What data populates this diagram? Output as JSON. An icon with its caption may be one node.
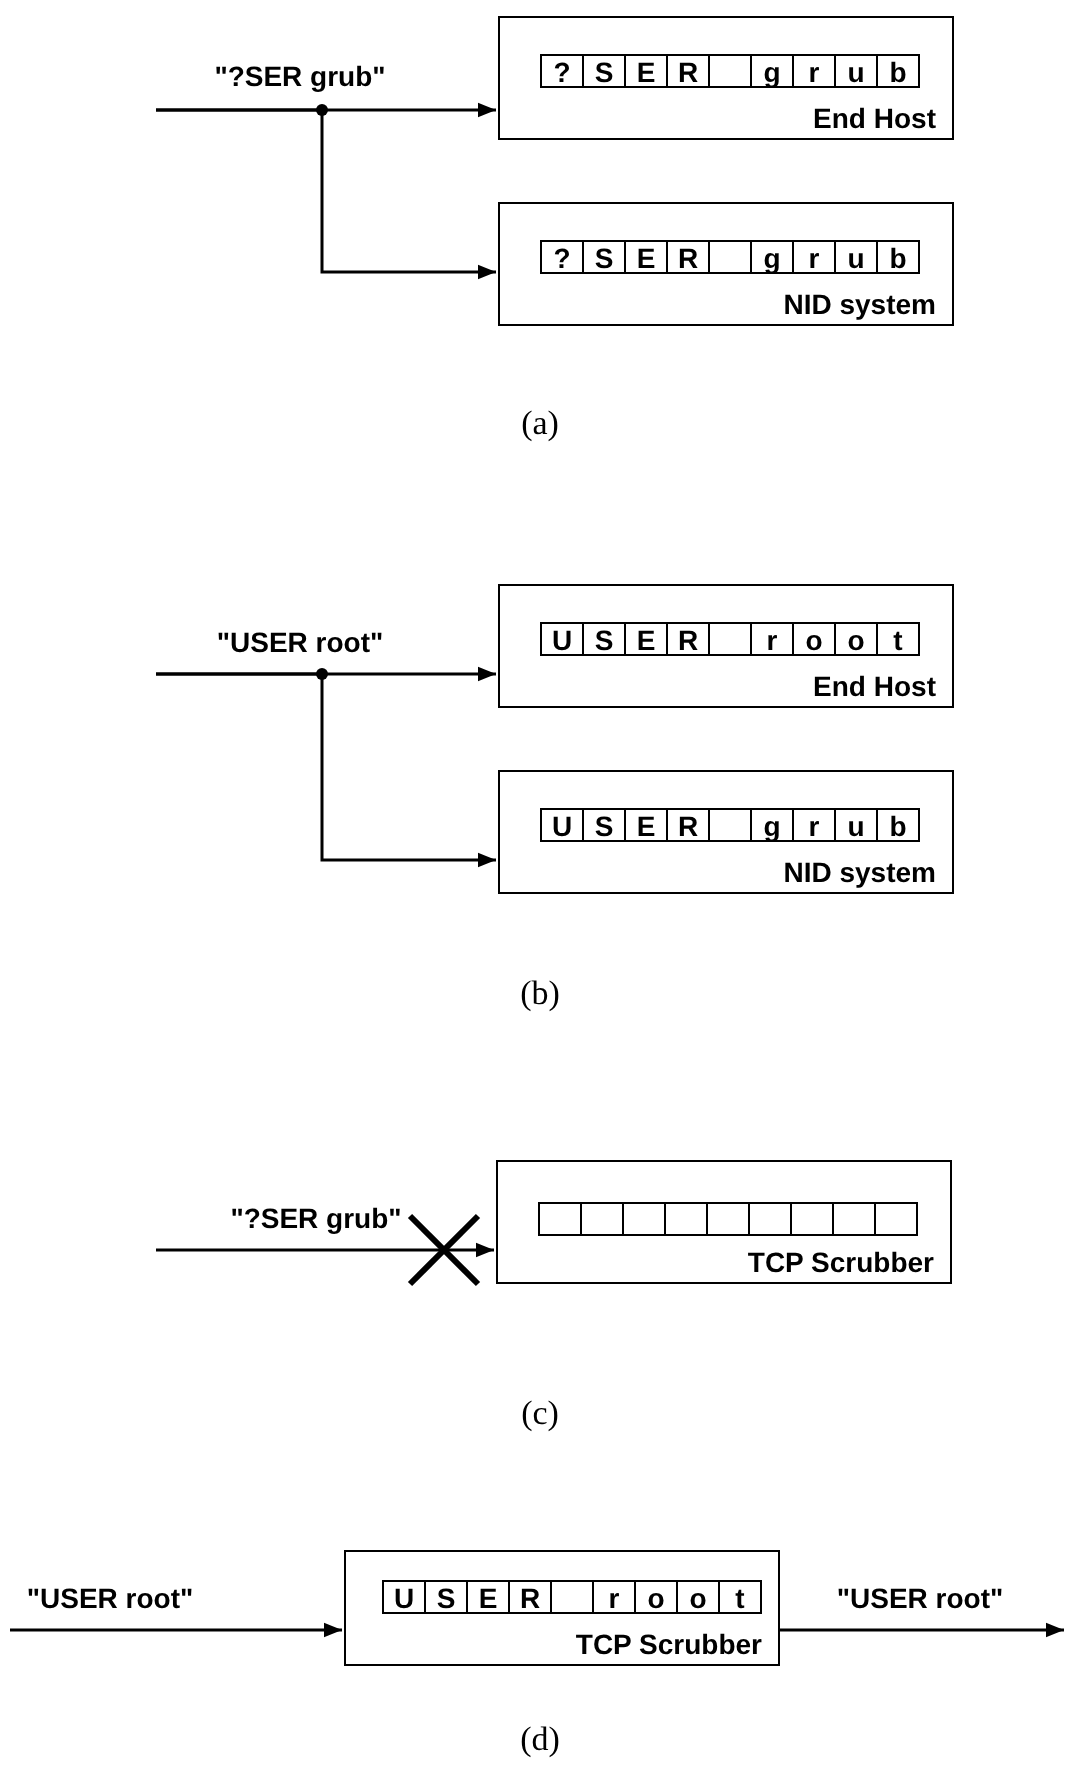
{
  "diagram": {
    "nodes": [
      {
        "text": [
          "End Host"
        ]
      },
      {
        "text": [
          "?"
        ],
        "in": 0
      },
      {
        "text": [
          "S"
        ],
        "in": 0
      },
      {
        "text": [
          "E"
        ],
        "in": 0
      },
      {
        "text": [
          "R"
        ],
        "in": 0
      },
      {
        "text": [],
        "shape": "box",
        "in": 0
      },
      {
        "text": [
          "g"
        ],
        "in": 0
      },
      {
        "text": [
          "r"
        ],
        "in": 0
      },
      {
        "text": [
          "u"
        ],
        "in": 0
      },
      {
        "text": [
          "b"
        ],
        "in": 0
      },
      {
        "text": [
          "NID system"
        ]
      },
      {
        "text": [
          "?"
        ],
        "in": 10
      },
      {
        "text": [
          "S"
        ],
        "in": 10
      },
      {
        "text": [
          "E"
        ],
        "in": 10
      },
      {
        "text": [
          "R"
        ],
        "in": 10
      },
      {
        "text": [],
        "shape": "box",
        "in": 10
      },
      {
        "text": [
          "g"
        ],
        "in": 10
      },
      {
        "text": [
          "r"
        ],
        "in": 10
      },
      {
        "text": [
          "u"
        ],
        "in": 10
      },
      {
        "text": [
          "b"
        ],
        "in": 10
      },
      {
        "text": [
          "End Host"
        ]
      },
      {
        "text": [
          "U"
        ],
        "in": 20
      },
      {
        "text": [
          "S"
        ],
        "in": 20
      },
      {
        "text": [
          "E"
        ],
        "in": 20
      },
      {
        "text": [
          "R"
        ],
        "in": 20
      },
      {
        "text": [],
        "shape": "box",
        "in": 20
      },
      {
        "text": [
          "r"
        ],
        "in": 20
      },
      {
        "text": [
          "o"
        ],
        "in": 20
      },
      {
        "text": [
          "o"
        ],
        "in": 20
      },
      {
        "text": [
          "t"
        ],
        "in": 20
      },
      {
        "text": [
          "NID system"
        ]
      },
      {
        "text": [
          "U"
        ],
        "in": 30
      },
      {
        "text": [
          "S"
        ],
        "in": 30
      },
      {
        "text": [
          "E"
        ],
        "in": 30
      },
      {
        "text": [
          "R"
        ],
        "in": 30
      },
      {
        "text": [],
        "shape": "box",
        "in": 30
      },
      {
        "text": [
          "g"
        ],
        "in": 30
      },
      {
        "text": [
          "r"
        ],
        "in": 30
      },
      {
        "text": [
          "u"
        ],
        "in": 30
      },
      {
        "text": [
          "b"
        ],
        "in": 30
      },
      {
        "text": [
          "TCP Scrubber"
        ]
      },
      {
        "text": [],
        "shape": "box",
        "in": 40
      },
      {
        "text": [],
        "shape": "box",
        "in": 40
      },
      {
        "text": [],
        "shape": "box",
        "in": 40
      },
      {
        "text": [],
        "shape": "box",
        "in": 40
      },
      {
        "text": [],
        "shape": "box",
        "in": 40
      },
      {
        "text": [],
        "shape": "box",
        "in": 40
      },
      {
        "text": [],
        "shape": "box",
        "in": 40
      },
      {
        "text": [],
        "shape": "box",
        "in": 40
      },
      {
        "text": [],
        "shape": "box",
        "in": 40
      },
      {
        "text": [
          "TCP Scrubber"
        ]
      },
      {
        "text": [
          "U"
        ],
        "in": 50
      },
      {
        "text": [
          "S"
        ],
        "in": 50
      },
      {
        "text": [
          "E"
        ],
        "in": 50
      },
      {
        "text": [
          "R"
        ],
        "in": 50
      },
      {
        "text": [],
        "shape": "box",
        "in": 50
      },
      {
        "text": [
          "r"
        ],
        "in": 50
      },
      {
        "text": [
          "o"
        ],
        "in": 50
      },
      {
        "text": [
          "o"
        ],
        "in": 50
      },
      {
        "text": [
          "t"
        ],
        "in": 50
      }
    ],
    "edges": [
      {
        "from": null,
        "to": 0,
        "arrow": "to",
        "label": "\"?SER grub\""
      },
      {
        "from": null,
        "to": 10,
        "arrow": "to"
      },
      {
        "from": null,
        "to": 20,
        "arrow": "to",
        "label": "\"USER root\""
      },
      {
        "from": null,
        "to": 30,
        "arrow": "to"
      },
      {
        "from": null,
        "to": 40,
        "arrow": "to",
        "label": "\"?SER grub\""
      },
      {
        "from": null,
        "to": 50,
        "arrow": "to",
        "label": "\"USER root\""
      },
      {
        "from": 50,
        "to": null,
        "arrow": "to",
        "label": "\"USER root\""
      }
    ],
    "labels": [
      "(a)",
      "(b)",
      "(c)",
      "(d)"
    ]
  }
}
